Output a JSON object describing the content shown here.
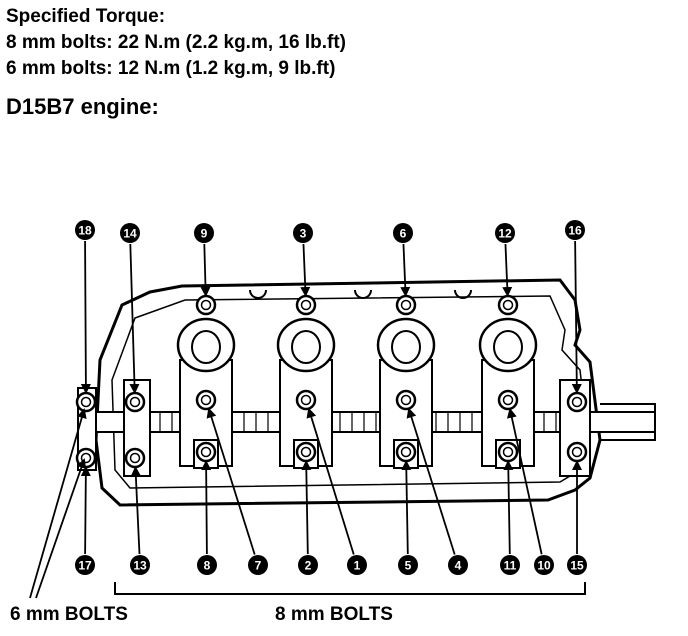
{
  "header": {
    "line1": "Specified Torque:",
    "line2": "8 mm bolts: 22 N.m (2.2 kg.m, 16 lb.ft)",
    "line3": "6 mm bolts: 12 N.m (1.2 kg.m, 9 lb.ft)",
    "engine": "D15B7 engine:"
  },
  "labels": {
    "six_mm": "6 mm BOLTS",
    "eight_mm": "8 mm BOLTS"
  },
  "callouts": [
    "1",
    "2",
    "3",
    "4",
    "5",
    "6",
    "7",
    "8",
    "9",
    "10",
    "11",
    "12",
    "13",
    "14",
    "15",
    "16",
    "17",
    "18"
  ]
}
